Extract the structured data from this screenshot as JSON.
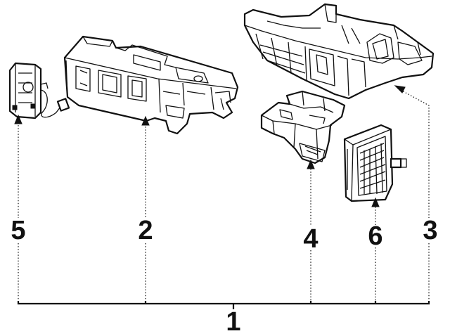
{
  "callouts": {
    "c1": "1",
    "c2": "2",
    "c3": "3",
    "c4": "4",
    "c5": "5",
    "c6": "6"
  },
  "parts": [
    {
      "id": "part-5",
      "icon": "resistor-icon"
    },
    {
      "id": "part-2",
      "icon": "heater-housing-icon"
    },
    {
      "id": "part-3",
      "icon": "lower-case-icon"
    },
    {
      "id": "part-4",
      "icon": "mode-door-housing-icon"
    },
    {
      "id": "part-6",
      "icon": "heater-core-icon"
    }
  ],
  "colors": {
    "line": "#111111",
    "background": "#ffffff"
  }
}
